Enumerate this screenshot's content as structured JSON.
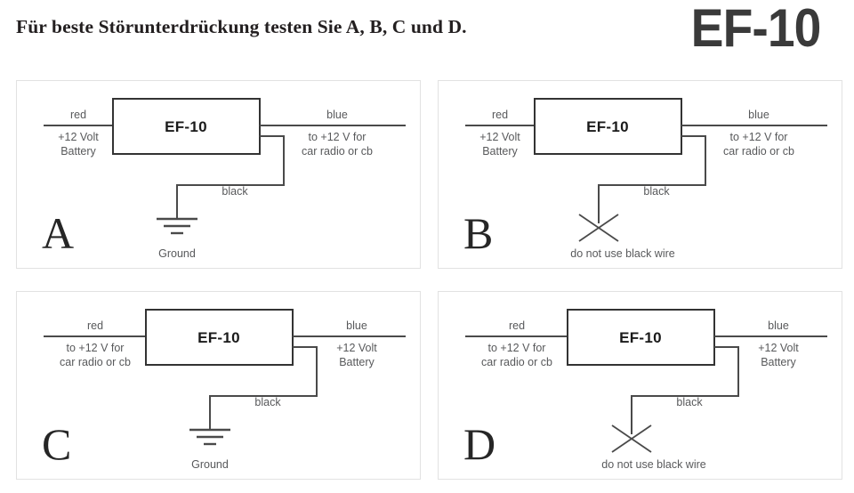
{
  "header": {
    "headline": "Für beste Störunterdrückung testen Sie A, B, C und D.",
    "brand": "EF-10"
  },
  "common": {
    "device_label": "EF-10",
    "wire_red": "red",
    "wire_blue": "blue",
    "wire_black": "black",
    "ground_label": "Ground",
    "no_black_label": "do not use black wire",
    "battery_line1": "+12 Volt",
    "battery_line2": "Battery",
    "radio_line1": "to +12 V for",
    "radio_line2": "car radio or cb"
  },
  "colors": {
    "panel_border": "#e2e2e2",
    "wire_stroke": "#4a4a4a",
    "box_stroke": "#333333",
    "label_text": "#58595b",
    "headline_text": "#231f20",
    "brand_text": "#3a3a3a",
    "background": "#ffffff"
  },
  "panels": [
    {
      "id": "A",
      "letter": "A",
      "device": "EF-10",
      "left_wire": "red",
      "left_desc_1": "+12 Volt",
      "left_desc_2": "Battery",
      "right_wire": "blue",
      "right_desc_1": "to +12 V for",
      "right_desc_2": "car radio or cb",
      "black_label": "black",
      "terminal_type": "ground",
      "terminal_label": "Ground"
    },
    {
      "id": "B",
      "letter": "B",
      "device": "EF-10",
      "left_wire": "red",
      "left_desc_1": "+12 Volt",
      "left_desc_2": "Battery",
      "right_wire": "blue",
      "right_desc_1": "to +12 V for",
      "right_desc_2": "car radio or cb",
      "black_label": "black",
      "terminal_type": "x-mark",
      "terminal_label": "do not use black wire"
    },
    {
      "id": "C",
      "letter": "C",
      "device": "EF-10",
      "left_wire": "red",
      "left_desc_1": "to +12 V for",
      "left_desc_2": "car radio or cb",
      "right_wire": "blue",
      "right_desc_1": "+12 Volt",
      "right_desc_2": "Battery",
      "black_label": "black",
      "terminal_type": "ground",
      "terminal_label": "Ground"
    },
    {
      "id": "D",
      "letter": "D",
      "device": "EF-10",
      "left_wire": "red",
      "left_desc_1": "to +12 V for",
      "left_desc_2": "car radio or cb",
      "right_wire": "blue",
      "right_desc_1": "+12 Volt",
      "right_desc_2": "Battery",
      "black_label": "black",
      "terminal_type": "x-mark",
      "terminal_label": "do not use black wire"
    }
  ]
}
